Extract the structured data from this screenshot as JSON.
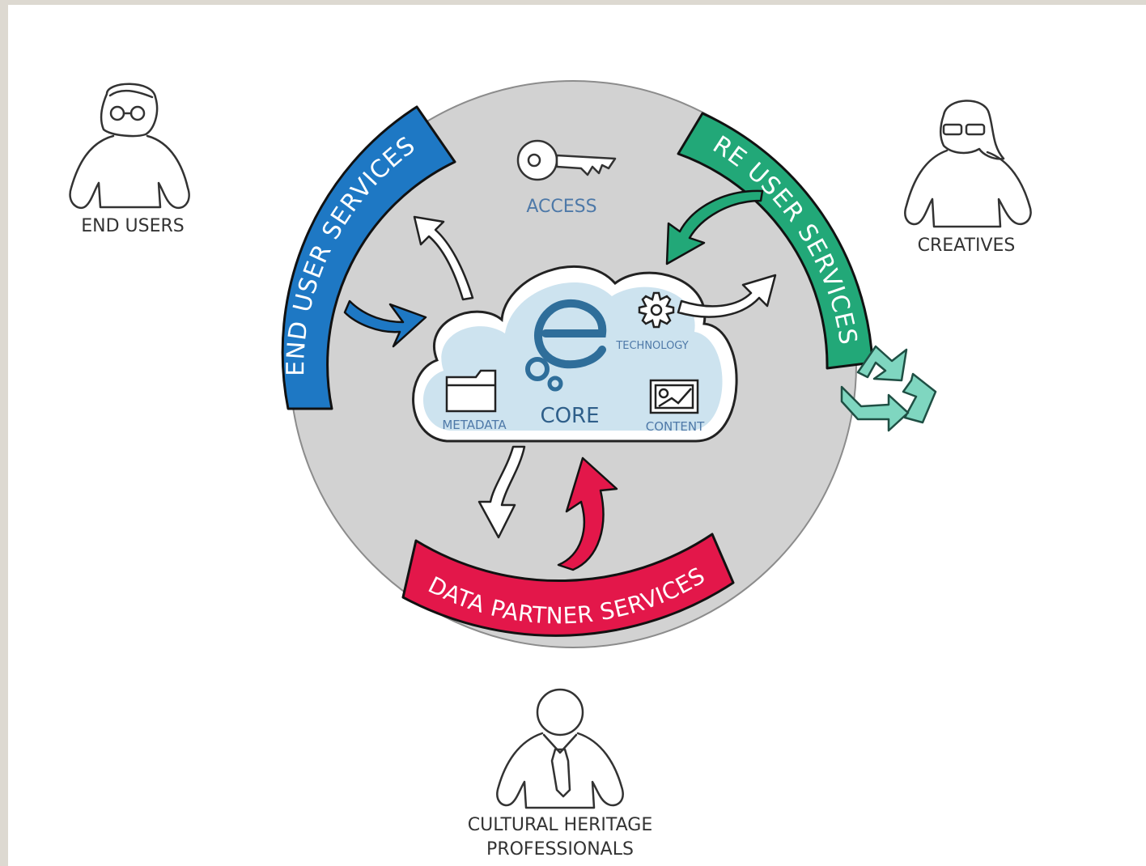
{
  "actors": {
    "end_users": "END USERS",
    "creatives": "CREATIVES",
    "professionals_line1": "CULTURAL HERITAGE",
    "professionals_line2": "PROFESSIONALS"
  },
  "services": {
    "end_user": "END USER SERVICES",
    "re_user": "RE USER SERVICES",
    "data_partner": "DATA PARTNER SERVICES"
  },
  "core": {
    "title": "CORE",
    "metadata": "METADATA",
    "content": "CONTENT",
    "technology": "TECHNOLOGY",
    "access": "ACCESS"
  },
  "colors": {
    "end_user_blue": "#1e78c4",
    "re_user_green": "#22a878",
    "data_partner_red": "#e3174a",
    "recycle_green": "#7fd6c0",
    "core_circle": "#d2d2d2",
    "cloud_fill": "#cde3ef",
    "ink_blue": "#4e79a8"
  }
}
